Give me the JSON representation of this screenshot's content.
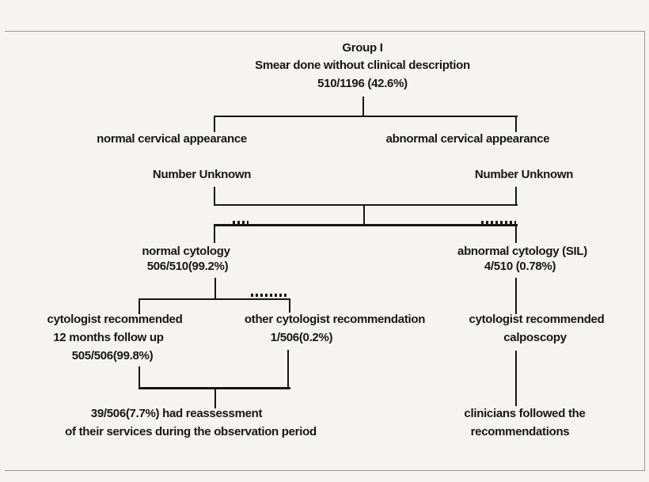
{
  "colors": {
    "background": "#f5f4f2",
    "line": "#161616",
    "text": "#161616",
    "frame_border": "#979797"
  },
  "nodes": {
    "group": {
      "lines": [
        "Group I",
        "Smear done without clinical description",
        "510/1196 (42.6%)"
      ]
    },
    "normal_appearance": {
      "lines": [
        "normal cervical appearance"
      ]
    },
    "normal_unknown": {
      "lines": [
        "Number Unknown"
      ]
    },
    "abnormal_appearance": {
      "lines": [
        "abnormal cervical appearance"
      ]
    },
    "abnormal_unknown": {
      "lines": [
        "Number Unknown"
      ]
    },
    "normal_cytology": {
      "lines": [
        "normal cytology",
        "506/510(99.2%)"
      ]
    },
    "abnormal_cytology": {
      "lines": [
        "abnormal cytology (SIL)",
        "4/510 (0.78%)"
      ]
    },
    "followup_recommended": {
      "lines": [
        "cytologist recommended",
        "12 months follow up",
        "505/506(99.8%)"
      ]
    },
    "other_recommendation": {
      "lines": [
        "other cytologist recommendation",
        "1/506(0.2%)"
      ]
    },
    "colposcopy_recommended": {
      "lines": [
        "cytologist recommended",
        "calposcopy"
      ]
    },
    "reassessment": {
      "lines": [
        "39/506(7.7%) had reassessment",
        "of their services during the observation period"
      ]
    },
    "clinicians": {
      "lines": [
        "clinicians followed the",
        "recommendations"
      ]
    }
  },
  "edges": [
    [
      "group",
      "normal_appearance"
    ],
    [
      "group",
      "abnormal_appearance"
    ],
    [
      "normal_appearance",
      "normal_unknown"
    ],
    [
      "abnormal_appearance",
      "abnormal_unknown"
    ],
    [
      "normal_unknown",
      "normal_cytology"
    ],
    [
      "abnormal_unknown",
      "abnormal_cytology"
    ],
    [
      "normal_cytology",
      "followup_recommended"
    ],
    [
      "normal_cytology",
      "other_recommendation"
    ],
    [
      "followup_recommended",
      "reassessment"
    ],
    [
      "other_recommendation",
      "reassessment"
    ],
    [
      "abnormal_cytology",
      "colposcopy_recommended"
    ],
    [
      "colposcopy_recommended",
      "clinicians"
    ]
  ]
}
